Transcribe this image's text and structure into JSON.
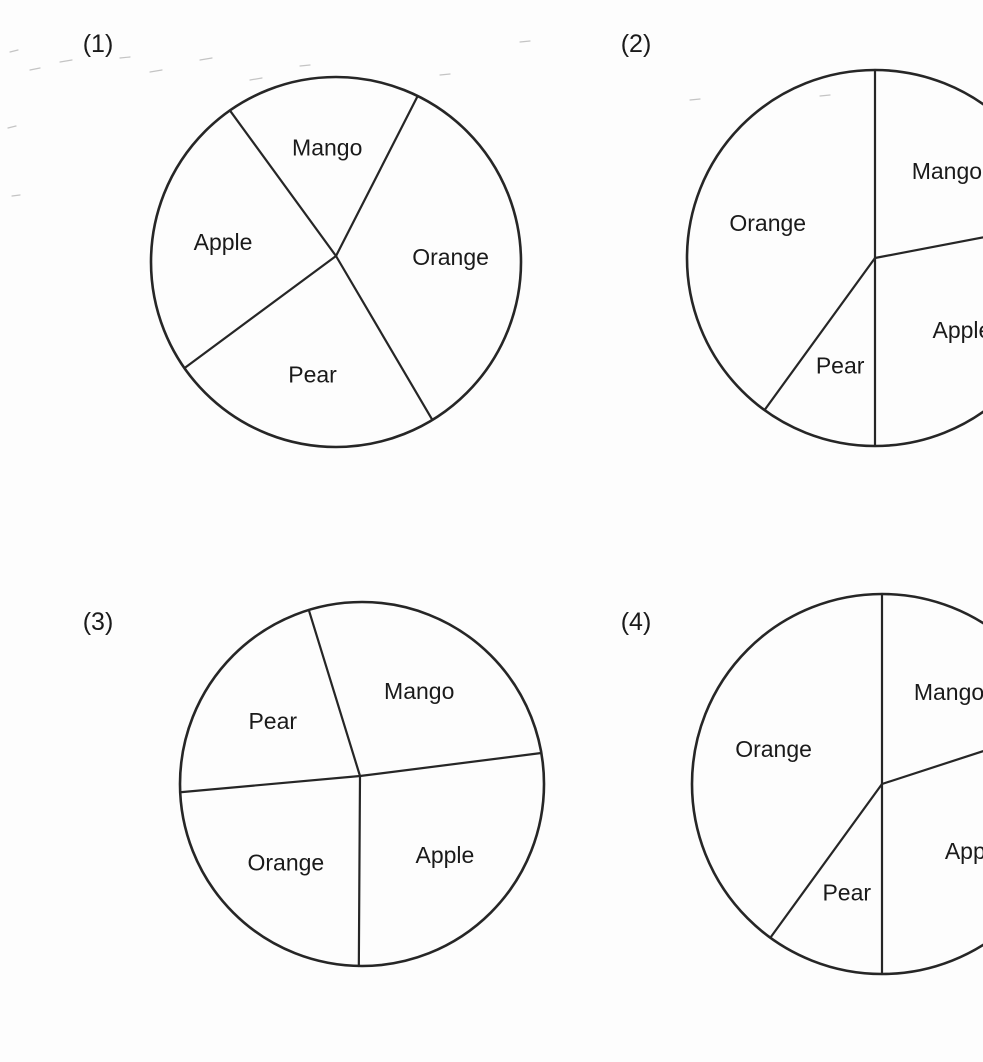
{
  "chart_data": [
    {
      "type": "pie",
      "panel_label": "(1)",
      "slices": [
        {
          "label": "Mango",
          "percent": 17
        },
        {
          "label": "Orange",
          "percent": 34
        },
        {
          "label": "Pear",
          "percent": 24
        },
        {
          "label": "Apple",
          "percent": 25
        }
      ]
    },
    {
      "type": "pie",
      "panel_label": "(2)",
      "slices": [
        {
          "label": "Mango",
          "percent": 22
        },
        {
          "label": "Apple",
          "percent": 28
        },
        {
          "label": "Pear",
          "percent": 10
        },
        {
          "label": "Orange",
          "percent": 40
        }
      ]
    },
    {
      "type": "pie",
      "panel_label": "(3)",
      "slices": [
        {
          "label": "Mango",
          "percent": 27
        },
        {
          "label": "Apple",
          "percent": 28
        },
        {
          "label": "Orange",
          "percent": 24
        },
        {
          "label": "Pear",
          "percent": 21
        }
      ]
    },
    {
      "type": "pie",
      "panel_label": "(4)",
      "slices": [
        {
          "label": "Mango",
          "percent": 20
        },
        {
          "label": "Apple",
          "percent": 30
        },
        {
          "label": "Pear",
          "percent": 10
        },
        {
          "label": "Orange",
          "percent": 40
        }
      ]
    }
  ]
}
